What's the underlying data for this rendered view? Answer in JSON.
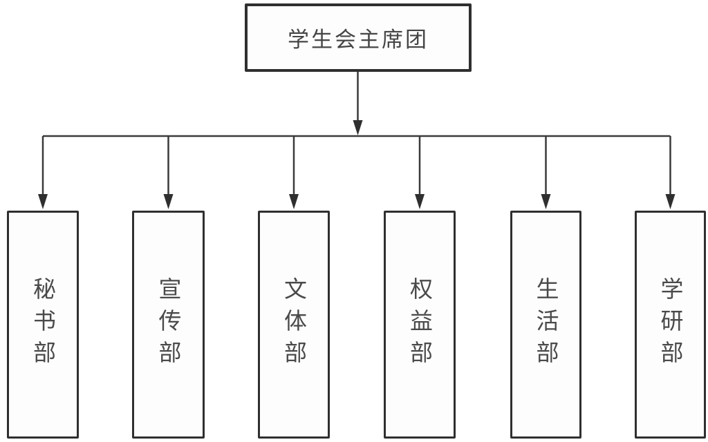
{
  "diagram": {
    "type": "org-chart",
    "root": {
      "label": "学生会主席团"
    },
    "departments": [
      {
        "label": "秘书部"
      },
      {
        "label": "宣传部"
      },
      {
        "label": "文体部"
      },
      {
        "label": "权益部"
      },
      {
        "label": "生活部"
      },
      {
        "label": "学研部"
      }
    ],
    "colors": {
      "background": "#ffffff",
      "box_fill": "#fdfdfd",
      "box_border": "#2f2f2f",
      "line": "#3a3a3a",
      "text": "#4a4a4a"
    }
  }
}
